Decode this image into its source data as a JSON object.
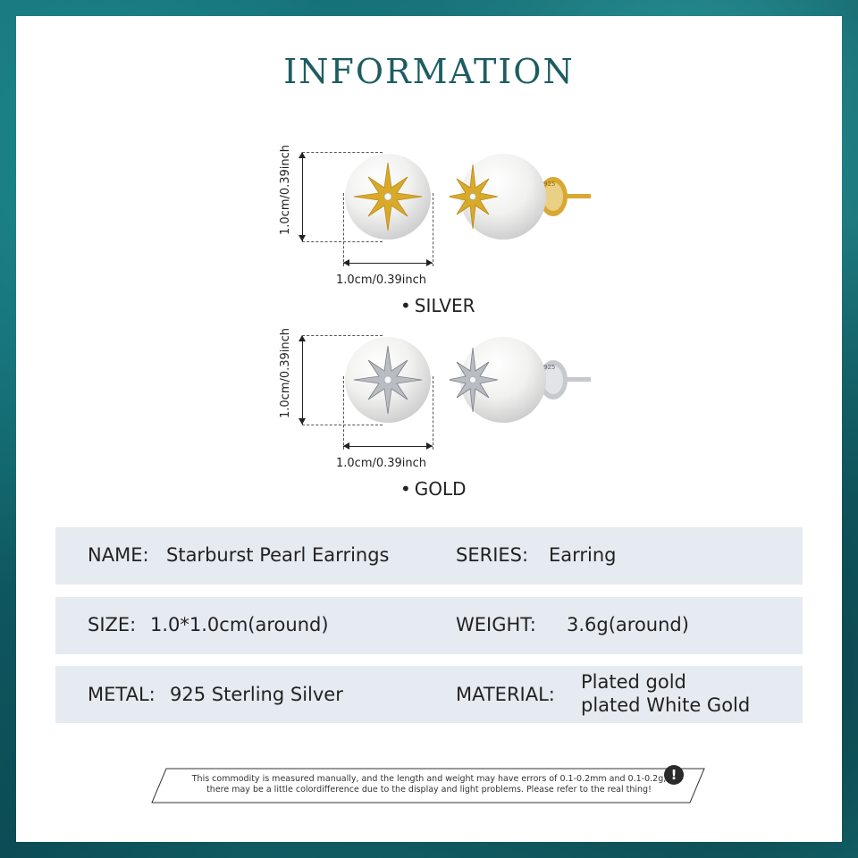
{
  "page": {
    "title": "INFORMATION"
  },
  "variants": [
    {
      "label": "SILVER",
      "height_label": "1.0cm/0.39inch",
      "width_label": "1.0cm/0.39inch",
      "star_color": "#d9aa2a",
      "post_color": "#d8a932"
    },
    {
      "label": "GOLD",
      "height_label": "1.0cm/0.39inch",
      "width_label": "1.0cm/0.39inch",
      "star_color": "#b9bcc2",
      "post_color": "#c6c9cf"
    }
  ],
  "specs": {
    "name_label": "NAME:",
    "name_value": "Starburst Pearl Earrings",
    "series_label": "SERIES:",
    "series_value": "Earring",
    "size_label": "SIZE:",
    "size_value": "1.0*1.0cm(around)",
    "weight_label": "WEIGHT:",
    "weight_value": "3.6g(around)",
    "metal_label": "METAL:",
    "metal_value": "925 Sterling Silver",
    "material_label": "MATERIAL:",
    "material_value_1": "Plated gold",
    "material_value_2": "plated White Gold"
  },
  "notice": {
    "line1": "This commodity is measured manually, and the length and weight may have errors of 0.1-0.2mm and 0.1-0.2g,",
    "line2": "there may be a little colordifference due to the display and light problems. Please refer to the real thing!",
    "icon": "!"
  },
  "stamp": "925",
  "colors": {
    "title": "#1d5d62",
    "row_bg": "#e6ebf1",
    "frame": "#0f5a63"
  }
}
